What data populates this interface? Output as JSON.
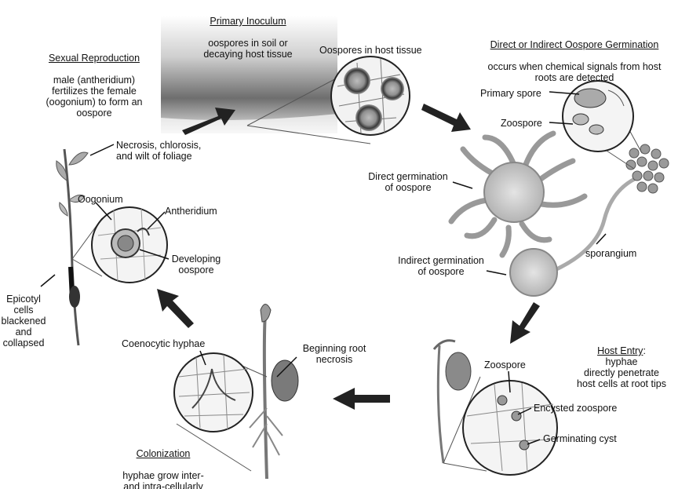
{
  "sections": {
    "primary_inoculum": {
      "heading": "Primary Inoculum",
      "text": "oospores in soil or\ndecaying host tissue"
    },
    "sexual_reproduction": {
      "heading": "Sexual Reproduction",
      "text": "male (antheridium)\nfertilizes the female\n(oogonium) to form an\noospore"
    },
    "germination": {
      "heading": "Direct or Indirect Oospore Germination",
      "text": "occurs when chemical signals from host\nroots are detected"
    },
    "host_entry": {
      "heading": "Host Entry",
      "text": "hyphae\ndirectly penetrate\nhost cells at root tips"
    },
    "colonization": {
      "heading": "Colonization",
      "text": "hyphae grow inter-\nand intra-cellularly"
    }
  },
  "labels": {
    "oospores_host_tissue": "Oospores in host tissue",
    "primary_spore": "Primary spore",
    "zoospore_top": "Zoospore",
    "direct_germination": "Direct germination\nof oospore",
    "indirect_germination": "Indirect germination\nof oospore",
    "sporangium": "sporangium",
    "zoospore_bottom": "Zoospore",
    "encysted_zoospore": "Encysted zoospore",
    "germinating_cyst": "Germinating cyst",
    "beginning_root_necrosis": "Beginning root\nnecrosis",
    "coenocytic_hyphae": "Coenocytic hyphae",
    "necrosis": "Necrosis, chlorosis,\nand wilt of foliage",
    "oogonium": "Oogonium",
    "antheridium": "Antheridium",
    "developing_oospore": "Developing\noospore",
    "epicotyl": "Epicotyl\ncells\nblackened\nand\ncollapsed"
  },
  "colors": {
    "arrow": "#222222",
    "soil": "#6e6e6e",
    "line": "#333333"
  }
}
